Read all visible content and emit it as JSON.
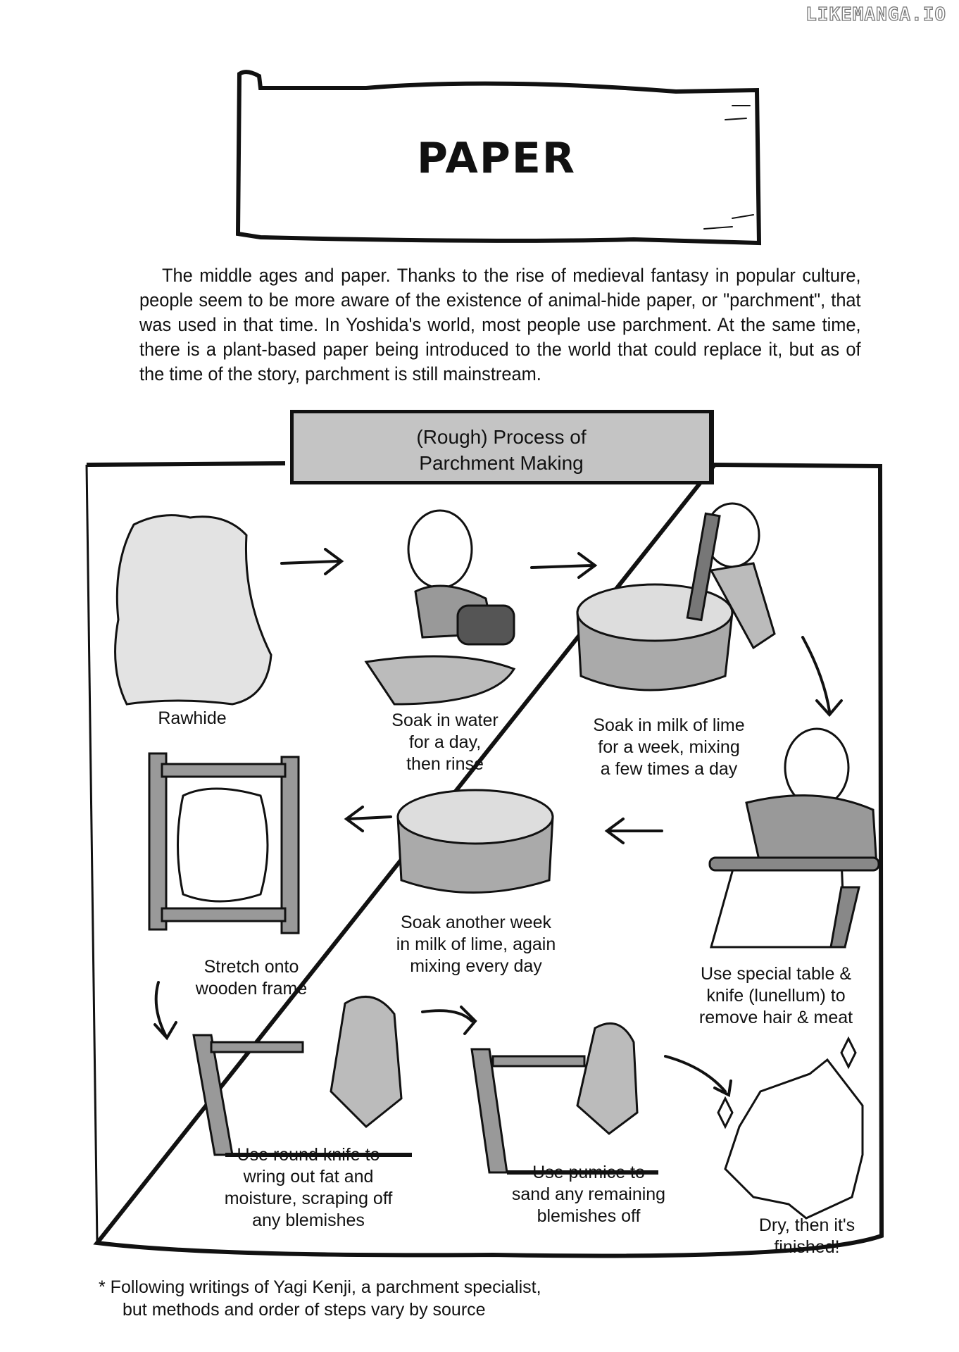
{
  "watermark": "LIKEMANGA.IO",
  "title": "PAPER",
  "intro": "The middle ages and paper. Thanks to the rise of medieval fantasy in popular culture, people seem to be more aware of the existence of animal-hide paper, or \"parchment\", that was used in that time. In Yoshida's world, most people use parchment. At the same time, there is a plant-based paper being introduced to the world that could replace it, but as of the time of the story, parchment is still mainstream.",
  "process": {
    "header_line1": "(Rough) Process of",
    "header_line2": "Parchment Making",
    "steps": [
      {
        "lines": [
          "Rawhide"
        ]
      },
      {
        "lines": [
          "Soak in water",
          "for a day,",
          "then rinse"
        ]
      },
      {
        "lines": [
          "Soak in milk of lime",
          "for a week, mixing",
          "a few times a day"
        ]
      },
      {
        "lines": [
          "Use special table &",
          "knife (lunellum) to",
          "remove hair & meat"
        ]
      },
      {
        "lines": [
          "Soak another week",
          "in milk of lime, again",
          "mixing every day"
        ]
      },
      {
        "lines": [
          "Stretch onto",
          "wooden frame"
        ]
      },
      {
        "lines": [
          "Use round knife to",
          "wring out fat and",
          "moisture, scraping off",
          "any blemishes"
        ]
      },
      {
        "lines": [
          "Use pumice to",
          "sand any remaining",
          "blemishes off"
        ]
      },
      {
        "lines": [
          "Dry, then it's",
          "finished!"
        ]
      }
    ]
  },
  "footnote": {
    "line1": "* Following writings of Yagi Kenji, a parchment specialist,",
    "line2": "but methods and order of steps vary by source"
  }
}
